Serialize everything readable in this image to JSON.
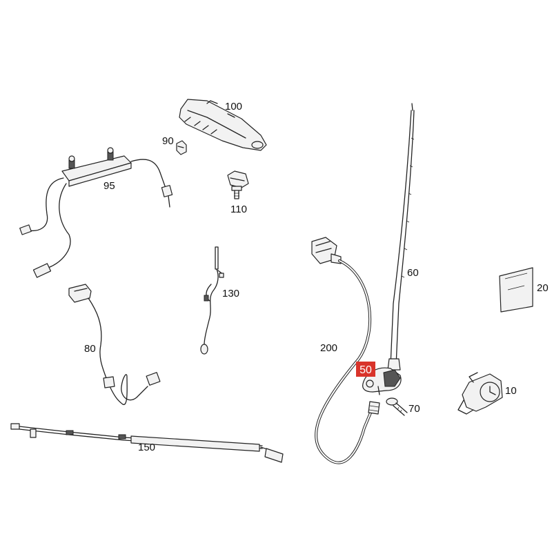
{
  "parts": [
    {
      "id": "p100",
      "number": "100"
    },
    {
      "id": "p90",
      "number": "90"
    },
    {
      "id": "p95",
      "number": "95"
    },
    {
      "id": "p110",
      "number": "110"
    },
    {
      "id": "p60",
      "number": "60"
    },
    {
      "id": "p20",
      "number": "20"
    },
    {
      "id": "p130",
      "number": "130"
    },
    {
      "id": "p200",
      "number": "200"
    },
    {
      "id": "p80",
      "number": "80"
    },
    {
      "id": "p50",
      "number": "50",
      "highlighted": true
    },
    {
      "id": "p10",
      "number": "10"
    },
    {
      "id": "p70",
      "number": "70"
    },
    {
      "id": "p150",
      "number": "150"
    }
  ],
  "colors": {
    "line": "#222222",
    "highlight": "#d9342b",
    "background": "#ffffff"
  }
}
